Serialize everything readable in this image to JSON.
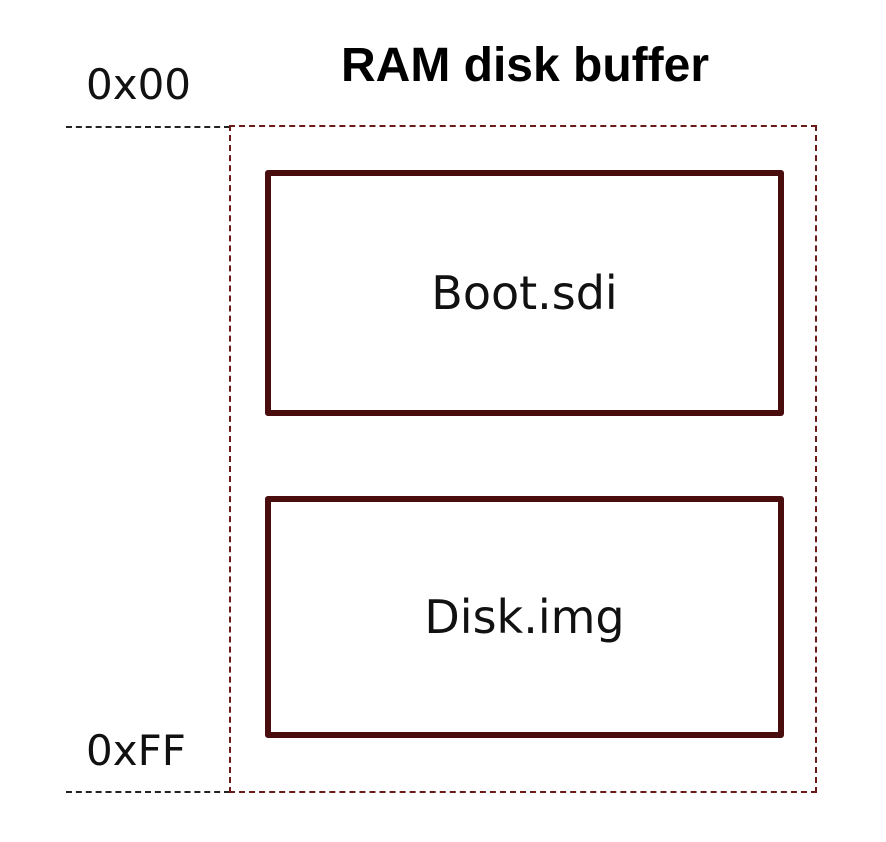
{
  "diagram": {
    "title": "RAM disk buffer",
    "address_start": "0x00",
    "address_end": "0xFF",
    "blocks": [
      {
        "label": "Boot.sdi"
      },
      {
        "label": "Disk.img"
      }
    ],
    "colors": {
      "buffer_border": "#6b1a1a",
      "block_border": "#4a0d0d",
      "guide_line": "#222222",
      "text": "#111111"
    }
  }
}
